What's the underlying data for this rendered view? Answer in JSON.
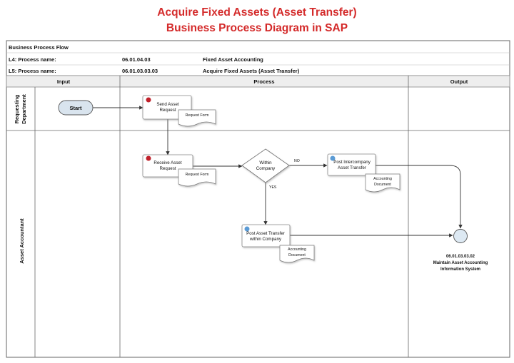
{
  "title": "Acquire Fixed Assets (Asset Transfer)",
  "subtitle": "Business Process Diagram in SAP",
  "header": {
    "section": "Business Process Flow",
    "l4_label": "L4: Process name:",
    "l4_code": "06.01.04.03",
    "l4_name": "Fixed Asset Accounting",
    "l5_label": "L5: Process name:",
    "l5_code": "06.01.03.03.03",
    "l5_name": "Acquire Fixed Assets (Asset Transfer)"
  },
  "columns": {
    "input": "Input",
    "process": "Process",
    "output": "Output"
  },
  "lanes": {
    "lane1_line1": "Requesting",
    "lane1_line2": "Department",
    "lane2": "Asset Accountant"
  },
  "nodes": {
    "start": "Start",
    "send_l1": "Send Asset",
    "send_l2": "Request",
    "send_doc": "Request Form",
    "receive_l1": "Receive Asset",
    "receive_l2": "Request",
    "receive_doc": "Request Form",
    "decision_l1": "Within",
    "decision_l2": "Company",
    "no_label": "NO",
    "yes_label": "YES",
    "inter_l1": "Post Intercompany",
    "inter_l2": "Asset Transfer",
    "inter_doc_l1": "Accounting",
    "inter_doc_l2": "Document",
    "within_l1": "Post Asset Transfer",
    "within_l2": "within Company",
    "within_doc_l1": "Accounting",
    "within_doc_l2": "Document",
    "output_code": "06.01.03.03.02",
    "output_l1": "Maintain Asset Accounting",
    "output_l2": "Information System"
  },
  "colors": {
    "title": "#d42a2a",
    "header_fill": "#eeeeee",
    "start_fill": "#d9e4ee",
    "red_marker": "#c0202a",
    "blue_marker": "#5b9bd5",
    "end_fill": "#dde9f3"
  }
}
